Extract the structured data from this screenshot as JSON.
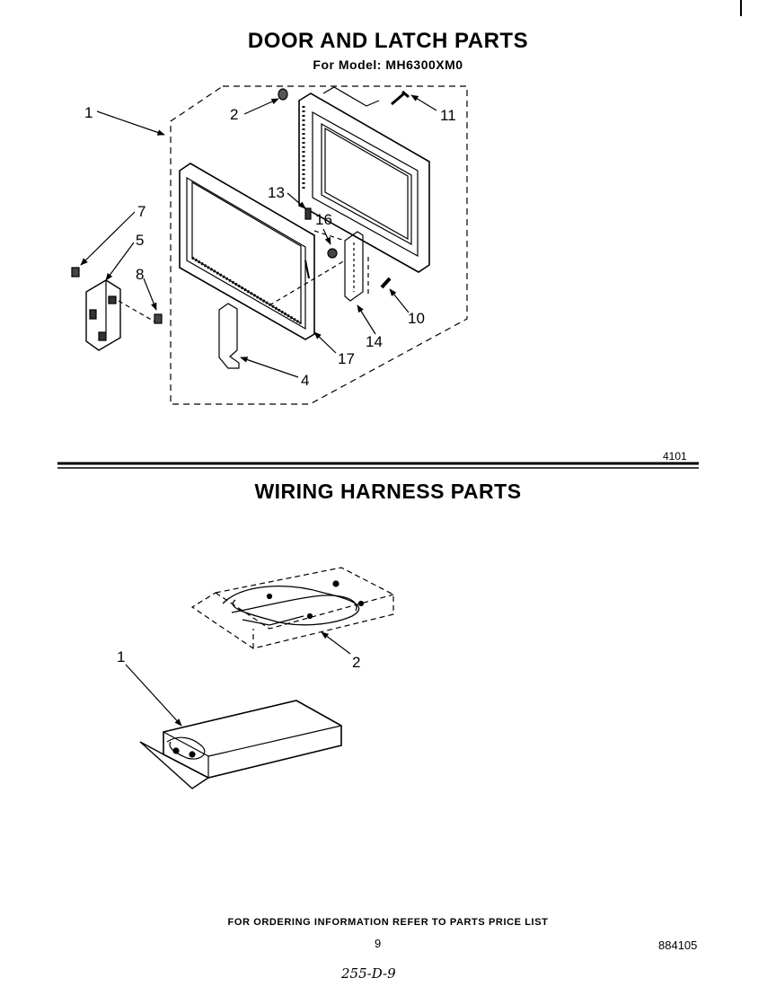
{
  "door_section": {
    "title": "DOOR AND LATCH PARTS",
    "model_line": "For Model: MH6300XM0",
    "figure_code": "4101",
    "callouts": {
      "c1": "1",
      "c2": "2",
      "c4": "4",
      "c5": "5",
      "c7": "7",
      "c8": "8",
      "c10": "10",
      "c11": "11",
      "c13": "13",
      "c14": "14",
      "c16": "16",
      "c17": "17"
    }
  },
  "wiring_section": {
    "title": "WIRING HARNESS PARTS",
    "callouts": {
      "c1": "1",
      "c2": "2"
    }
  },
  "footer": {
    "note": "FOR ORDERING INFORMATION REFER TO PARTS PRICE LIST",
    "page_number": "9",
    "document_number": "884105",
    "handwritten": "255-D-9"
  }
}
